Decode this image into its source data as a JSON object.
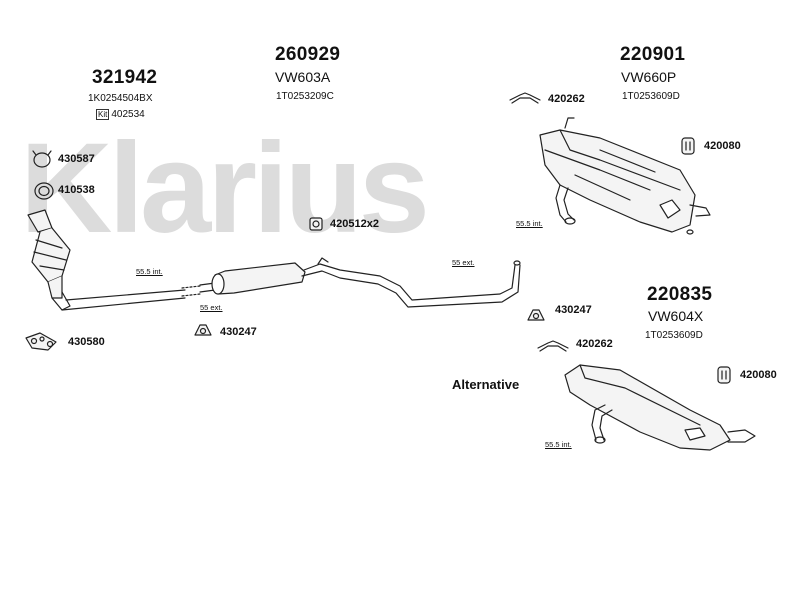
{
  "watermark": "Klarius",
  "assemblies": {
    "front": {
      "number": "321942",
      "oem": "1K0254504BX",
      "kit_tag": "Kit",
      "kit_number": "402534"
    },
    "center": {
      "number": "260929",
      "model": "VW603A",
      "oem": "1T0253209C"
    },
    "rear": {
      "number": "220901",
      "model": "VW660P",
      "oem": "1T0253609D"
    },
    "rear_alt": {
      "number": "220835",
      "model": "VW604X",
      "oem": "1T0253609D"
    }
  },
  "parts": {
    "clamp_430587": "430587",
    "ring_410538": "410538",
    "gasket_430580": "430580",
    "mount_420512": "420512x2",
    "mount_430247_a": "430247",
    "mount_430247_b": "430247",
    "hanger_420262_a": "420262",
    "hanger_420262_b": "420262",
    "rubber_420080_a": "420080",
    "rubber_420080_b": "420080"
  },
  "dimensions": {
    "front_int": "55.5 int.",
    "front_ext": "55 ext.",
    "mid_ext": "55 ext.",
    "rear_int": "55.5 int.",
    "alt_int": "55.5 int."
  },
  "alternative_label": "Alternative",
  "colors": {
    "line": "#222222",
    "watermark": "#dcdcdc",
    "fill": "#f4f4f4"
  }
}
